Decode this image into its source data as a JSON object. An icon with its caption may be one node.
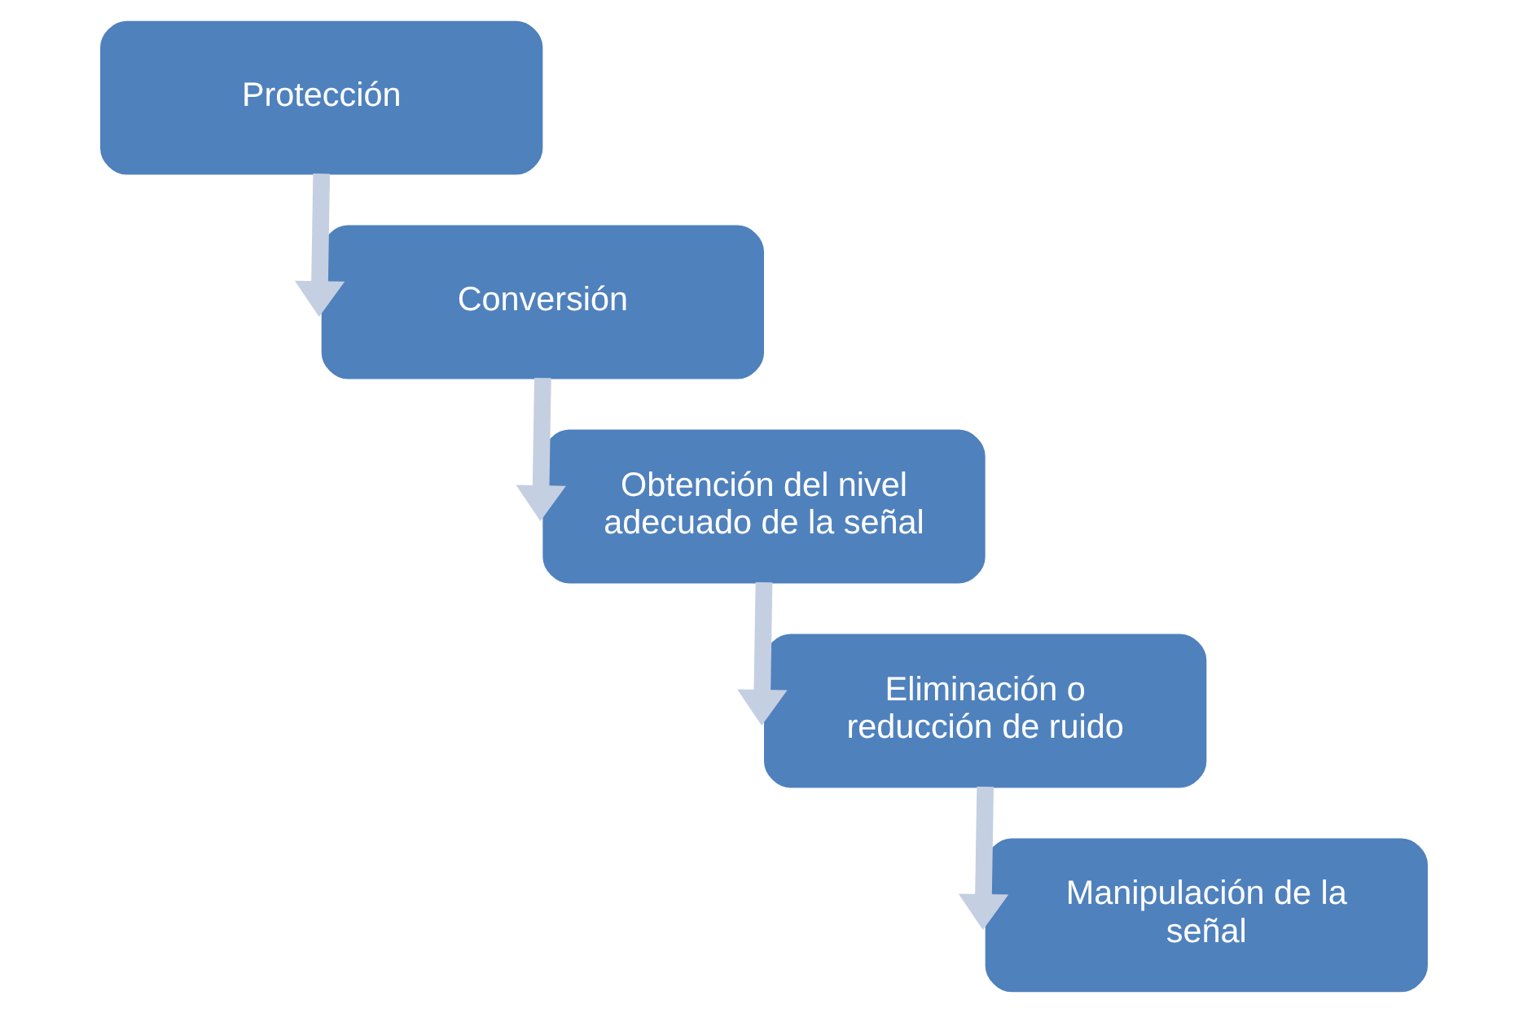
{
  "diagram": {
    "nodes": [
      {
        "text": [
          "Protección"
        ]
      },
      {
        "text": [
          "Conversión"
        ]
      },
      {
        "text": [
          "Obtención del nivel adecuado de la señal"
        ]
      },
      {
        "text": [
          "Eliminación o reducción de ruido"
        ]
      },
      {
        "text": [
          "Manipulación de la señal"
        ]
      }
    ],
    "edges": [
      {
        "from": 0,
        "to": 1,
        "arrow": "to"
      },
      {
        "from": 1,
        "to": 2,
        "arrow": "to"
      },
      {
        "from": 2,
        "to": 3,
        "arrow": "to"
      },
      {
        "from": 3,
        "to": 4,
        "arrow": "to"
      }
    ]
  }
}
